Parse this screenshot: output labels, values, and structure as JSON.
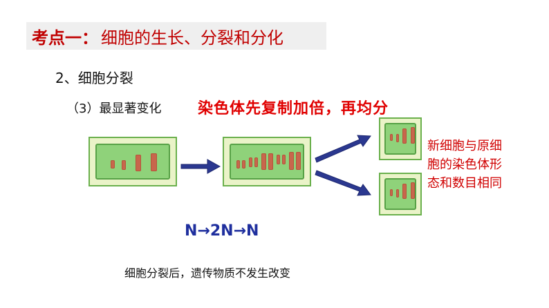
{
  "title": {
    "key": "考点一：",
    "text": "细胞的生长、分裂和分化"
  },
  "subhead": "2、细胞分裂",
  "point_label": "（3）最显著变化",
  "highlight": "染色体先复制加倍，再均分",
  "side_note": "新细胞与原细胞的染色体形态和数目相同",
  "formula": "N→2N→N",
  "conclusion": "细胞分裂后，遗传物质不发生改变",
  "colors": {
    "title_text": "#c00000",
    "highlight": "#e00000",
    "formula": "#1f2f9e",
    "arrow": "#2b3890",
    "cell_fill": "#8fd27a",
    "chromosome": "#c8664c"
  }
}
